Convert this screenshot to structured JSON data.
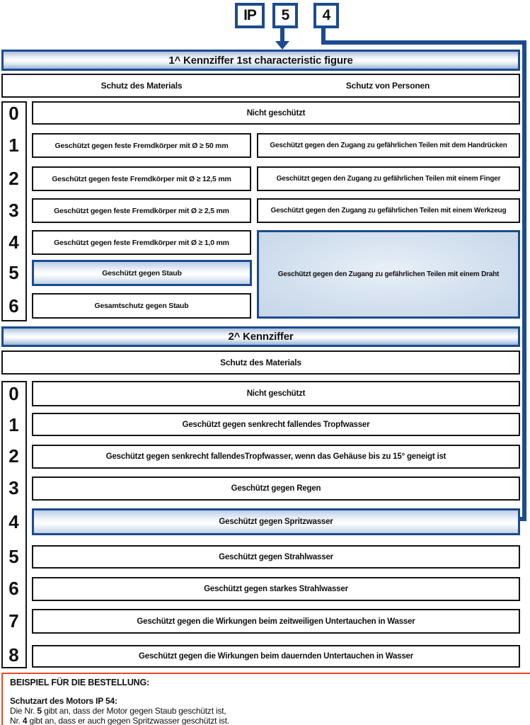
{
  "colors": {
    "navy": "#1c4b8e",
    "red": "#e94829",
    "light_blue": "#d3e0ee"
  },
  "ip_code": {
    "prefix": "IP",
    "first_digit": "5",
    "second_digit": "4"
  },
  "table1": {
    "title": "1^ Kennziffer 1st characteristic figure",
    "col_left": "Schutz des Materials",
    "col_right": "Schutz von Personen",
    "row0": {
      "digit": "0",
      "text": "Nicht geschützt"
    },
    "rows": [
      {
        "digit": "1",
        "material": "Geschützt gegen feste Fremdkörper mit Ø ≥ 50 mm",
        "person": "Geschützt gegen den Zugang zu gefährlichen Teilen mit dem Handrücken"
      },
      {
        "digit": "2",
        "material": "Geschützt gegen feste Fremdkörper mit Ø ≥ 12,5 mm",
        "person": "Geschützt gegen den Zugang zu gefährlichen Teilen mit einem Finger"
      },
      {
        "digit": "3",
        "material": "Geschützt gegen feste Fremdkörper mit Ø ≥ 2,5 mm",
        "person": "Geschützt gegen den Zugang zu gefährlichen Teilen mit einem Werkzeug"
      },
      {
        "digit": "4",
        "material": "Geschützt gegen feste Fremdkörper mit Ø ≥ 1,0 mm"
      },
      {
        "digit": "5",
        "material": "Geschützt gegen Staub",
        "highlighted": true
      },
      {
        "digit": "6",
        "material": "Gesamtschutz gegen Staub"
      }
    ],
    "merged_person_cell": "Geschützt gegen den Zugang zu gefährlichen Teilen mit einem Draht"
  },
  "table2": {
    "title": "2^ Kennziffer",
    "col": "Schutz des Materials",
    "rows": [
      {
        "digit": "0",
        "text": "Nicht geschützt"
      },
      {
        "digit": "1",
        "text": "Geschützt gegen senkrecht fallendes Tropfwasser"
      },
      {
        "digit": "2",
        "text": "Geschützt gegen senkrecht fallendesTropfwasser, wenn das Gehäuse bis zu 15° geneigt ist"
      },
      {
        "digit": "3",
        "text": "Geschützt gegen Regen"
      },
      {
        "digit": "4",
        "text": "Geschützt gegen Spritzwasser",
        "highlighted": true
      },
      {
        "digit": "5",
        "text": "Geschützt gegen Strahlwasser"
      },
      {
        "digit": "6",
        "text": "Geschützt gegen starkes Strahlwasser"
      },
      {
        "digit": "7",
        "text": "Geschützt gegen die Wirkungen beim zeitweiligen Untertauchen in Wasser"
      },
      {
        "digit": "8",
        "text": "Geschützt gegen die Wirkungen beim dauernden Untertauchen in Wasser"
      }
    ]
  },
  "example_box": {
    "heading": "BEISPIEL FÜR DIE BESTELLUNG:",
    "subheading": "Schutzart des Motors IP 54:",
    "line1_pre": "Die Nr. ",
    "line1_num": "5",
    "line1_post": " gibt an, dass der Motor gegen Staub geschützt ist,",
    "line2_pre": " Nr. ",
    "line2_num": "4",
    "line2_post": " gibt an, dass er auch gegen Spritzwasser geschützt ist."
  }
}
